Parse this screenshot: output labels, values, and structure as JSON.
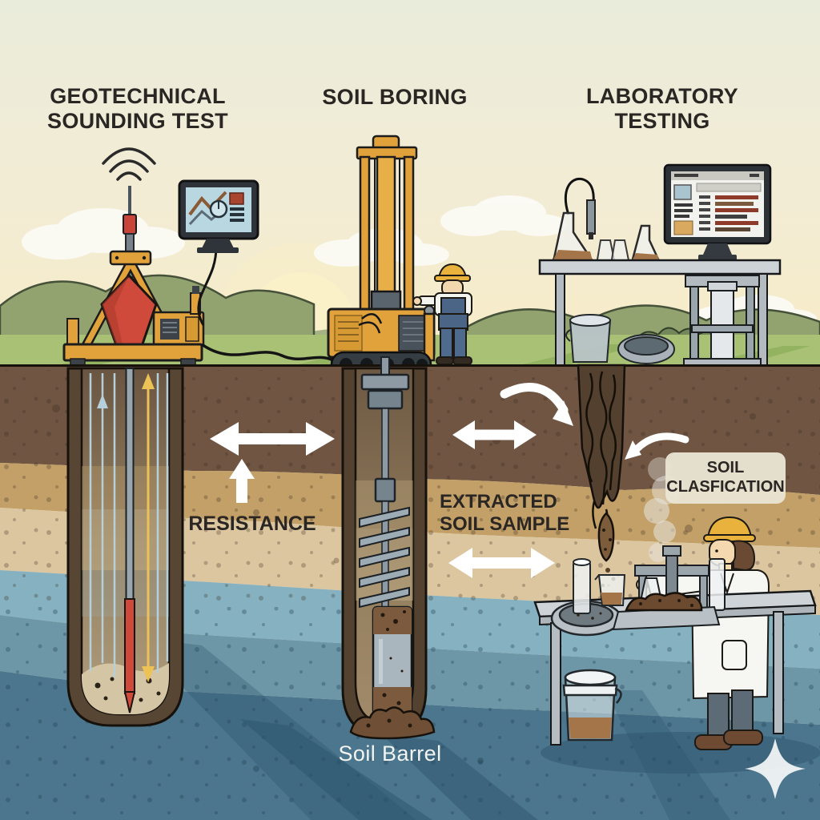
{
  "titles": {
    "left": {
      "line1": "GEOTECHNICAL",
      "line2": "SOUNDING TEST"
    },
    "center": {
      "line1": "SOIL BORING"
    },
    "right": {
      "line1": "LABORATORY",
      "line2": "TESTING"
    }
  },
  "annotations": {
    "resistance": "RESISTANCE",
    "extracted": {
      "line1": "EXTRACTED",
      "line2": "SOIL SAMPLE"
    },
    "soil_classification": {
      "line1": "SOIL",
      "line2": "CLASFICATION"
    },
    "soil_barrel": "Soil Barrel"
  },
  "icons": {
    "wifi_signal": "wifi-arcs",
    "sparkle": "four-point-star",
    "process_arrows": "white-block-arrows"
  },
  "colors": {
    "cone_red": "#cf4a3a",
    "machine_yellow": "#e2a23b",
    "soil_dark_brown": "#6f5542",
    "soil_ochre": "#c2a068",
    "soil_light_tan": "#dcc6a0",
    "water_light": "#85b1c1",
    "water_mid": "#6d97a7",
    "water_dark": "#4b768d",
    "grass": "#a9c175",
    "sky": "#f3ecd4",
    "label_box": "#e9e4d2",
    "arrow_white": "#ffffff",
    "text_dark": "#2a2623",
    "soil_barrel_text": "#f2f4f2"
  }
}
